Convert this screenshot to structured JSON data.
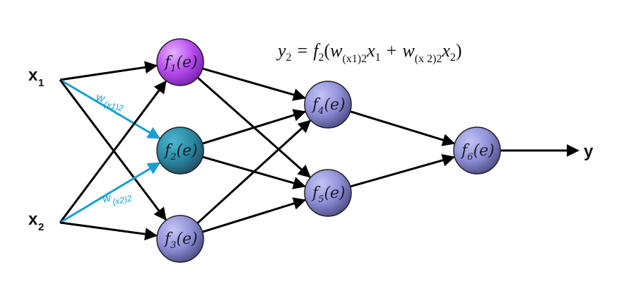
{
  "equation": {
    "lhs": "y",
    "lhs_sub": "2",
    "equals": "=",
    "func": "f",
    "func_sub": "2",
    "open": "(",
    "w1": "w",
    "w1_sub": "(x1)2",
    "x1": "x",
    "x1_sub": "1",
    "plus": "+",
    "w2": "w",
    "w2_sub": "(x 2)2",
    "x2": "x",
    "x2_sub": "2",
    "close": ")"
  },
  "inputs": [
    {
      "id": "x1",
      "label": "x",
      "sub": "1"
    },
    {
      "id": "x2",
      "label": "x",
      "sub": "2"
    }
  ],
  "output": {
    "label": "y"
  },
  "nodes": [
    {
      "id": "f1",
      "func": "f",
      "sub": "1",
      "arg": "(e)",
      "color": "#b74cf0"
    },
    {
      "id": "f2",
      "func": "f",
      "sub": "2",
      "arg": "(e)",
      "color": "#2a8aa3"
    },
    {
      "id": "f3",
      "func": "f",
      "sub": "3",
      "arg": "(e)",
      "color": "#8f8fd8"
    },
    {
      "id": "f4",
      "func": "f",
      "sub": "4",
      "arg": "(e)",
      "color": "#8f8fd8"
    },
    {
      "id": "f5",
      "func": "f",
      "sub": "5",
      "arg": "(e)",
      "color": "#8f8fd8"
    },
    {
      "id": "f6",
      "func": "f",
      "sub": "6",
      "arg": "(e)",
      "color": "#8f8fd8"
    }
  ],
  "weights": [
    {
      "label": "w",
      "sub": "(x1)2"
    },
    {
      "label": "w",
      "sub": "(x2)2"
    }
  ],
  "edges": [
    {
      "from": "x1",
      "to": "f1",
      "highlight": false
    },
    {
      "from": "x1",
      "to": "f2",
      "highlight": true
    },
    {
      "from": "x1",
      "to": "f3",
      "highlight": false
    },
    {
      "from": "x2",
      "to": "f1",
      "highlight": false
    },
    {
      "from": "x2",
      "to": "f2",
      "highlight": true
    },
    {
      "from": "x2",
      "to": "f3",
      "highlight": false
    },
    {
      "from": "f1",
      "to": "f4",
      "highlight": false
    },
    {
      "from": "f1",
      "to": "f5",
      "highlight": false
    },
    {
      "from": "f2",
      "to": "f4",
      "highlight": false
    },
    {
      "from": "f2",
      "to": "f5",
      "highlight": false
    },
    {
      "from": "f3",
      "to": "f4",
      "highlight": false
    },
    {
      "from": "f3",
      "to": "f5",
      "highlight": false
    },
    {
      "from": "f4",
      "to": "f6",
      "highlight": false
    },
    {
      "from": "f5",
      "to": "f6",
      "highlight": false
    },
    {
      "from": "f6",
      "to": "y",
      "highlight": false
    }
  ],
  "colors": {
    "edge": "#000000",
    "highlight_edge": "#1a9fd0"
  }
}
